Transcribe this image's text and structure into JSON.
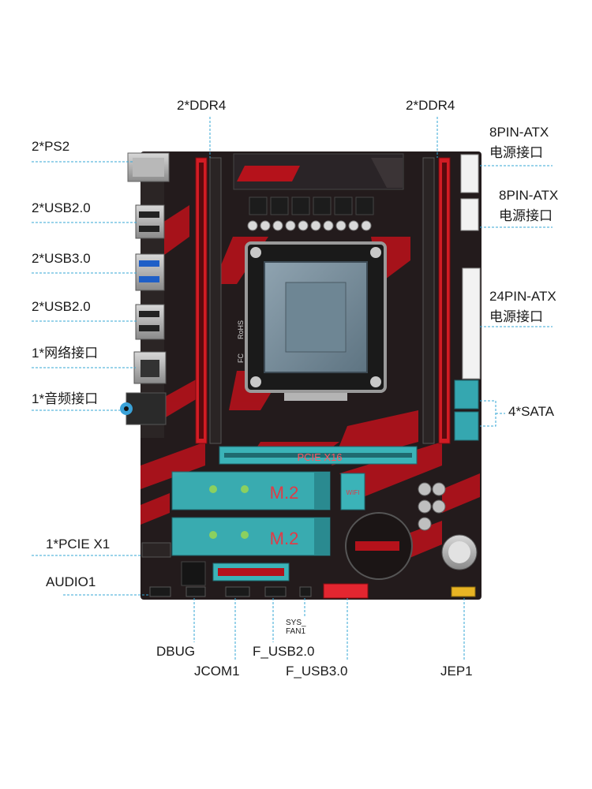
{
  "colors": {
    "pcb": "#231b1c",
    "pcb_red": "#c0121a",
    "slot_red": "#d21c24",
    "slot_teal": "#3bb3b8",
    "callout_line": "#35a7d6"
  },
  "labels": {
    "ddr4_left": "2*DDR4",
    "ddr4_right": "2*DDR4",
    "ps2": "2*PS2",
    "usb20_top": "2*USB2.0",
    "usb30": "2*USB3.0",
    "usb20_bottom": "2*USB2.0",
    "network": "1*网络接口",
    "audio_jack": "1*音频接口",
    "pcie_x1": "1*PCIE X1",
    "audio1": "AUDIO1",
    "atx8_1_line1": "8PIN-ATX",
    "atx8_1_line2": "电源接口",
    "atx8_2_line1": "8PIN-ATX",
    "atx8_2_line2": "电源接口",
    "atx24_line1": "24PIN-ATX",
    "atx24_line2": "电源接口",
    "sata": "4*SATA",
    "dbug": "DBUG",
    "jcom1": "JCOM1",
    "f_usb20": "F_USB2.0",
    "f_usb30": "F_USB3.0",
    "sys_fan1_line1": "SYS_",
    "sys_fan1_line2": "FAN1",
    "jep1": "JEP1"
  },
  "board_markings": {
    "pcie_x16": "PCIE X16",
    "m2_top": "M.2",
    "m2_bottom": "M.2",
    "wifi": "WIFI",
    "rohs": "RoHS",
    "fc": "FC"
  }
}
